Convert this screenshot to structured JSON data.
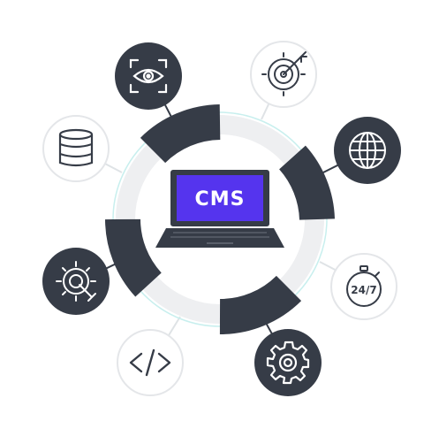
{
  "center": {
    "label": "CMS",
    "screen_color": "#5534ee",
    "text_color": "#ffffff"
  },
  "colors": {
    "dark": "#363c47",
    "light_ring": "#eeeff1",
    "teal": "#5fd3cf",
    "outline": "#d7d9de"
  },
  "nodes": [
    {
      "name": "eye-scan-icon",
      "style": "dark"
    },
    {
      "name": "target-icon",
      "style": "light"
    },
    {
      "name": "database-icon",
      "style": "light"
    },
    {
      "name": "globe-icon",
      "style": "dark"
    },
    {
      "name": "wrench-gear-icon",
      "style": "dark"
    },
    {
      "name": "stopwatch-24-7-icon",
      "style": "light",
      "label": "24/7"
    },
    {
      "name": "code-icon",
      "style": "light"
    },
    {
      "name": "gear-icon",
      "style": "dark"
    }
  ]
}
